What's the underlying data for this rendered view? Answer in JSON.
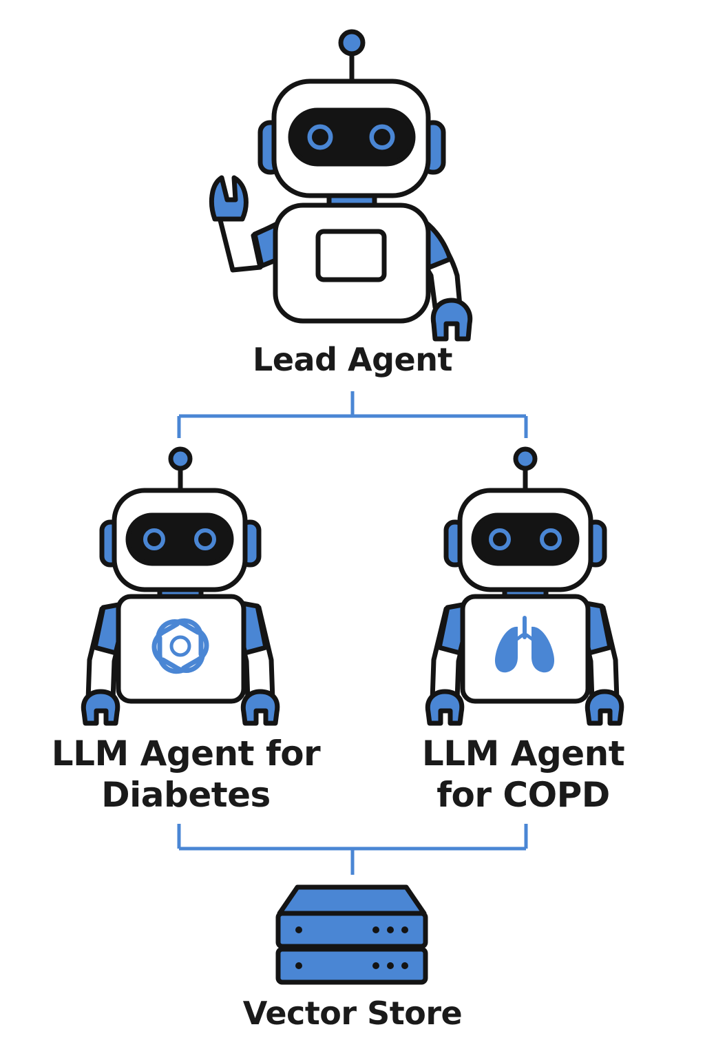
{
  "nodes": {
    "lead": {
      "label": "Lead Agent"
    },
    "diabetes": {
      "line1": "LLM Agent for",
      "line2": "Diabetes",
      "emblem": "openai-knot-icon"
    },
    "copd": {
      "line1": "LLM Agent",
      "line2": "for COPD",
      "emblem": "lungs-icon"
    },
    "vector_store": {
      "label": "Vector Store",
      "icon": "server-rack-icon"
    }
  },
  "colors": {
    "accent": "#4a86d4",
    "outline": "#141414",
    "visor": "#141414",
    "body_fill": "#ffffff",
    "connector": "#4a86d4"
  }
}
